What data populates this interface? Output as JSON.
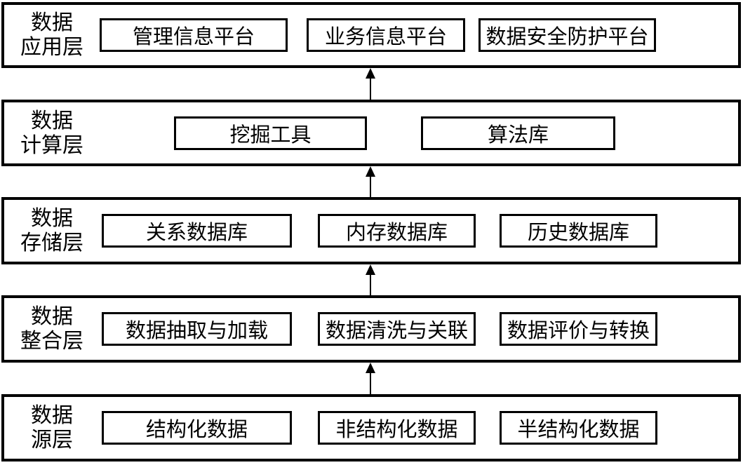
{
  "diagram": {
    "type": "layered-architecture",
    "colors": {
      "border": "#000000",
      "background": "#ffffff",
      "text": "#000000"
    },
    "arrow_direction": "up",
    "layers": [
      {
        "label_line1": "数据",
        "label_line2": "应用层",
        "boxes": [
          "管理信息平台",
          "业务信息平台",
          "数据安全防护平台"
        ]
      },
      {
        "label_line1": "数据",
        "label_line2": "计算层",
        "boxes": [
          "挖掘工具",
          "算法库"
        ]
      },
      {
        "label_line1": "数据",
        "label_line2": "存储层",
        "boxes": [
          "关系数据库",
          "内存数据库",
          "历史数据库"
        ]
      },
      {
        "label_line1": "数据",
        "label_line2": "整合层",
        "boxes": [
          "数据抽取与加载",
          "数据清洗与关联",
          "数据评价与转换"
        ]
      },
      {
        "label_line1": "数据",
        "label_line2": "源层",
        "boxes": [
          "结构化数据",
          "非结构化数据",
          "半结构化数据"
        ]
      }
    ]
  }
}
